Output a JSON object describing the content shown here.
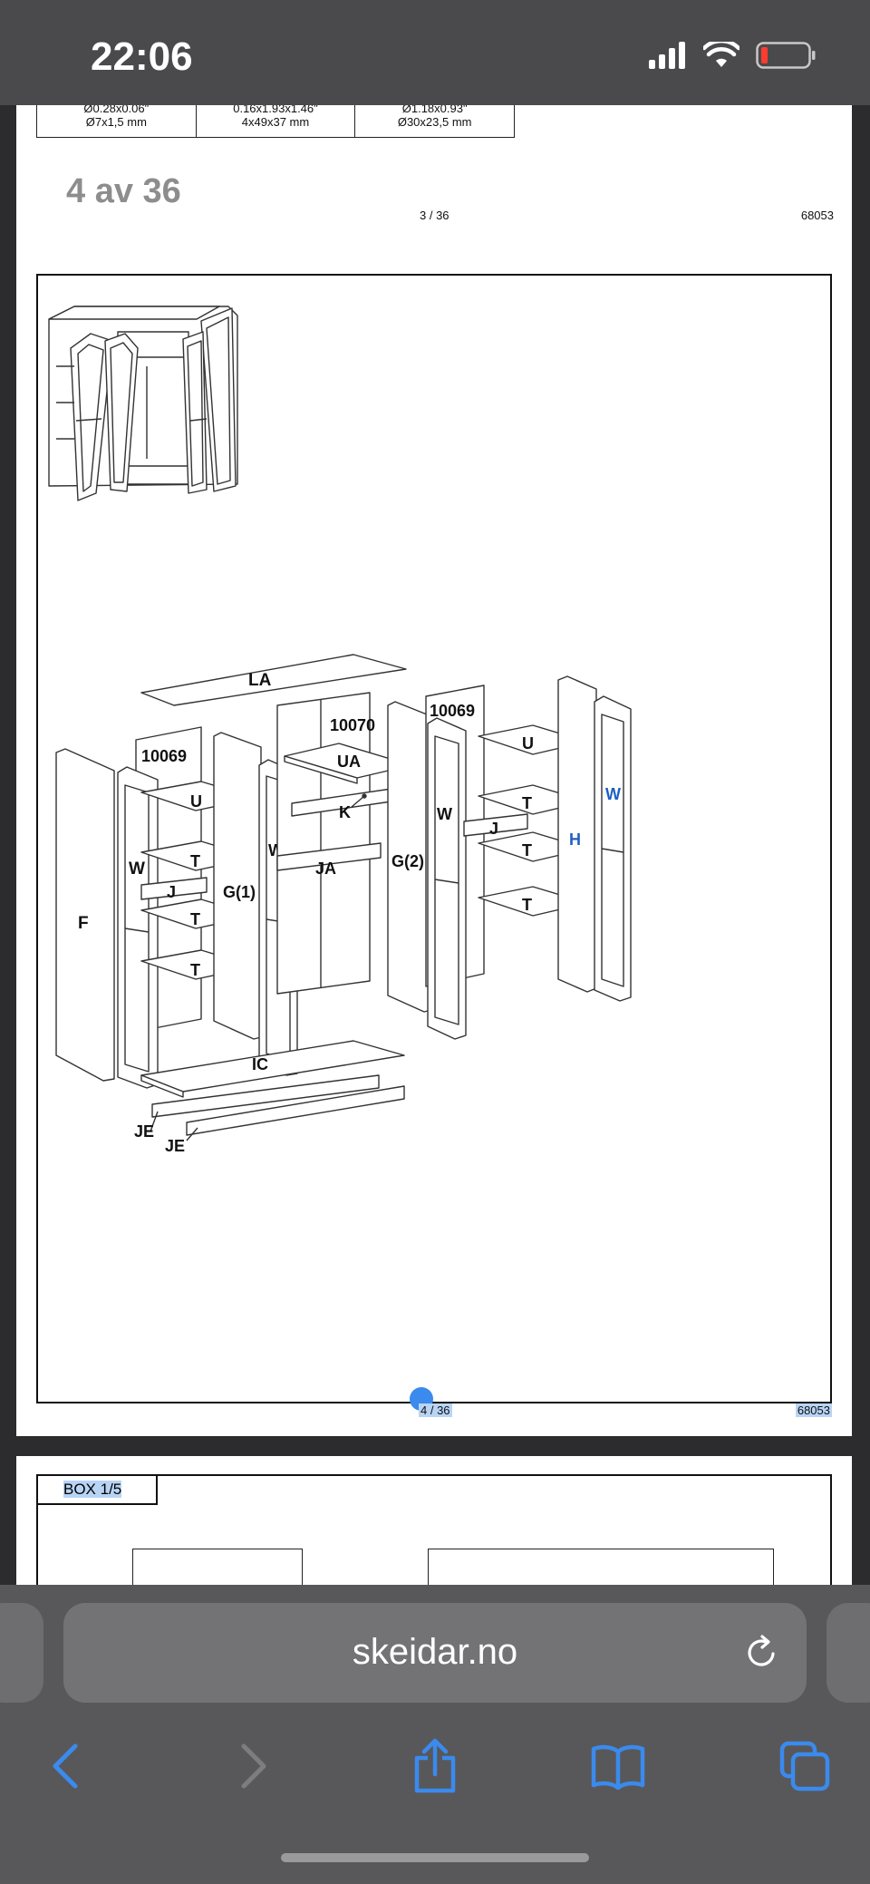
{
  "status": {
    "time": "22:06"
  },
  "page1": {
    "hardware": [
      {
        "imperial": "Ø0.28x0.06\"",
        "metric": "Ø7x1,5 mm"
      },
      {
        "imperial": "0.16x1.93x1.46\"",
        "metric": "4x49x37 mm"
      },
      {
        "imperial": "Ø1.18x0.93\"",
        "metric": "Ø30x23,5 mm"
      }
    ],
    "page_count": "4 av 36",
    "page_num": "3 / 36",
    "code": "68053"
  },
  "page2": {
    "labels": {
      "LA": "LA",
      "UA": "UA",
      "K": "K",
      "JA": "JA",
      "IC": "IC",
      "JE": "JE",
      "F": "F",
      "W": "W",
      "J": "J",
      "U": "U",
      "T": "T",
      "G1": "G(1)",
      "G2": "G(2)",
      "H": "H",
      "n10069": "10069",
      "n10070": "10070"
    },
    "page_num": "4 / 36",
    "code": "68053"
  },
  "page3": {
    "box_label": "BOX 1/5"
  },
  "browser": {
    "url": "skeidar.no"
  },
  "colors": {
    "accent": "#3b8aed",
    "highlight": "#b8d4f5",
    "battery_low": "#ff3b30"
  }
}
